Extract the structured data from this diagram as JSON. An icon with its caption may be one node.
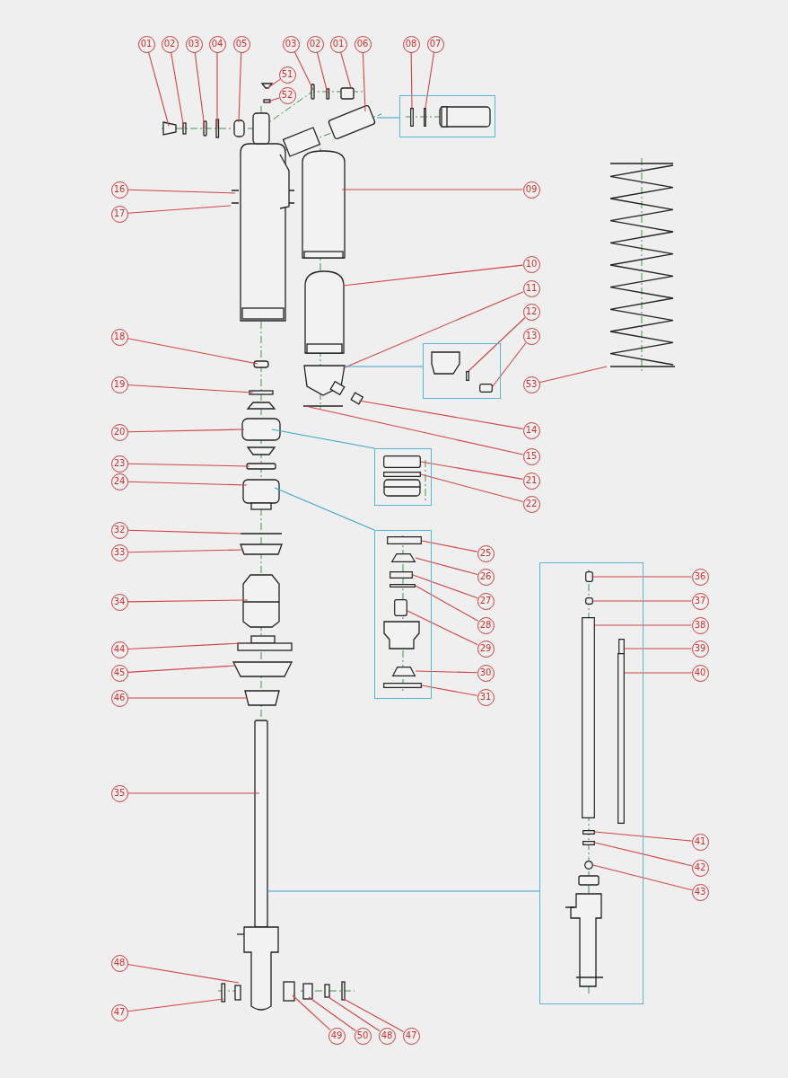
{
  "diagram": {
    "nodes": [
      {
        "text": [
          "01"
        ]
      },
      {
        "text": [
          "02"
        ]
      },
      {
        "text": [
          "03"
        ]
      },
      {
        "text": [
          "04"
        ]
      },
      {
        "text": [
          "05"
        ]
      },
      {
        "text": [
          "03"
        ]
      },
      {
        "text": [
          "02"
        ]
      },
      {
        "text": [
          "01"
        ]
      },
      {
        "text": [
          "06"
        ]
      },
      {
        "text": [
          "08"
        ]
      },
      {
        "text": [
          "07"
        ]
      },
      {
        "text": [
          "51"
        ]
      },
      {
        "text": [
          "52"
        ]
      },
      {
        "text": [
          "16"
        ]
      },
      {
        "text": [
          "17"
        ]
      },
      {
        "text": [
          "09"
        ]
      },
      {
        "text": [
          "10"
        ]
      },
      {
        "text": [
          "11"
        ]
      },
      {
        "text": [
          "12"
        ]
      },
      {
        "text": [
          "13"
        ]
      },
      {
        "text": [
          "18"
        ]
      },
      {
        "text": [
          "53"
        ]
      },
      {
        "text": [
          "19"
        ]
      },
      {
        "text": [
          "14"
        ]
      },
      {
        "text": [
          "20"
        ]
      },
      {
        "text": [
          "15"
        ]
      },
      {
        "text": [
          "23"
        ]
      },
      {
        "text": [
          "21"
        ]
      },
      {
        "text": [
          "24"
        ]
      },
      {
        "text": [
          "22"
        ]
      },
      {
        "text": [
          "32"
        ]
      },
      {
        "text": [
          "33"
        ]
      },
      {
        "text": [
          "25"
        ]
      },
      {
        "text": [
          "26"
        ]
      },
      {
        "text": [
          "36"
        ]
      },
      {
        "text": [
          "27"
        ]
      },
      {
        "text": [
          "37"
        ]
      },
      {
        "text": [
          "34"
        ]
      },
      {
        "text": [
          "28"
        ]
      },
      {
        "text": [
          "38"
        ]
      },
      {
        "text": [
          "29"
        ]
      },
      {
        "text": [
          "39"
        ]
      },
      {
        "text": [
          "44"
        ]
      },
      {
        "text": [
          "45"
        ]
      },
      {
        "text": [
          "30"
        ]
      },
      {
        "text": [
          "40"
        ]
      },
      {
        "text": [
          "46"
        ]
      },
      {
        "text": [
          "31"
        ]
      },
      {
        "text": [
          "35"
        ]
      },
      {
        "text": [
          "41"
        ]
      },
      {
        "text": [
          "42"
        ]
      },
      {
        "text": [
          "43"
        ]
      },
      {
        "text": [
          "48"
        ]
      },
      {
        "text": [
          "47"
        ]
      },
      {
        "text": [
          "49"
        ]
      },
      {
        "text": [
          "50"
        ]
      },
      {
        "text": [
          "48"
        ]
      },
      {
        "text": [
          "47"
        ]
      },
      {
        "text": [],
        "shape": "box"
      },
      {
        "text": [],
        "shape": "box"
      },
      {
        "text": [],
        "shape": "box"
      },
      {
        "text": [],
        "shape": "box"
      },
      {
        "text": [],
        "shape": "box"
      },
      {
        "text": [],
        "shape": "bar",
        "in": 58
      },
      {
        "text": [],
        "shape": "bar",
        "in": 58
      },
      {
        "text": [],
        "shape": "bar",
        "in": 59
      },
      {
        "text": [],
        "shape": "box",
        "in": 59
      },
      {
        "text": [],
        "shape": "box",
        "in": 60
      },
      {
        "text": [],
        "shape": "bar",
        "in": 60
      },
      {
        "text": [],
        "shape": "bar",
        "in": 61
      },
      {
        "text": [],
        "shape": "trapezoid",
        "in": 61
      },
      {
        "text": [],
        "shape": "bar",
        "in": 61
      },
      {
        "text": [],
        "shape": "bar",
        "in": 61
      },
      {
        "text": [],
        "shape": "box",
        "in": 61
      },
      {
        "text": [],
        "shape": "trapezoid",
        "in": 61
      },
      {
        "text": [],
        "shape": "bar",
        "in": 61
      },
      {
        "text": [],
        "shape": "box",
        "in": 62
      },
      {
        "text": [],
        "shape": "box",
        "in": 62
      },
      {
        "text": [],
        "shape": "bar",
        "in": 62
      },
      {
        "text": [],
        "shape": "bar",
        "in": 62
      },
      {
        "text": [],
        "shape": "bar",
        "in": 62
      },
      {
        "text": [],
        "shape": "bar",
        "in": 62
      },
      {
        "text": [],
        "shape": "bar",
        "in": 62
      },
      {
        "text": [],
        "shape": "circle",
        "in": 62
      }
    ],
    "edges": [
      {
        "from": 0,
        "to": null,
        "arrow": "none"
      },
      {
        "from": 1,
        "to": null,
        "arrow": "none"
      },
      {
        "from": 2,
        "to": null,
        "arrow": "none"
      },
      {
        "from": 3,
        "to": null,
        "arrow": "none"
      },
      {
        "from": 4,
        "to": null,
        "arrow": "none"
      },
      {
        "from": 5,
        "to": null,
        "arrow": "none"
      },
      {
        "from": 6,
        "to": null,
        "arrow": "none"
      },
      {
        "from": 7,
        "to": null,
        "arrow": "none"
      },
      {
        "from": 8,
        "to": null,
        "arrow": "none"
      },
      {
        "from": 9,
        "to": 63,
        "arrow": "none"
      },
      {
        "from": 10,
        "to": 64,
        "arrow": "none"
      },
      {
        "from": 11,
        "to": null,
        "arrow": "none"
      },
      {
        "from": 12,
        "to": null,
        "arrow": "none"
      },
      {
        "from": 13,
        "to": null,
        "arrow": "none"
      },
      {
        "from": 14,
        "to": null,
        "arrow": "none"
      },
      {
        "from": 15,
        "to": null,
        "arrow": "none"
      },
      {
        "from": 16,
        "to": null,
        "arrow": "none"
      },
      {
        "from": 17,
        "to": null,
        "arrow": "none"
      },
      {
        "from": 18,
        "to": 65,
        "arrow": "none"
      },
      {
        "from": 19,
        "to": 66,
        "arrow": "none"
      },
      {
        "from": 20,
        "to": null,
        "arrow": "none"
      },
      {
        "from": 21,
        "to": null,
        "arrow": "none"
      },
      {
        "from": 22,
        "to": null,
        "arrow": "none"
      },
      {
        "from": 23,
        "to": null,
        "arrow": "none"
      },
      {
        "from": 24,
        "to": null,
        "arrow": "none"
      },
      {
        "from": 25,
        "to": null,
        "arrow": "none"
      },
      {
        "from": 26,
        "to": null,
        "arrow": "none"
      },
      {
        "from": 27,
        "to": 67,
        "arrow": "none"
      },
      {
        "from": 28,
        "to": null,
        "arrow": "none"
      },
      {
        "from": 29,
        "to": 68,
        "arrow": "none"
      },
      {
        "from": 30,
        "to": null,
        "arrow": "none"
      },
      {
        "from": 31,
        "to": null,
        "arrow": "none"
      },
      {
        "from": 32,
        "to": 69,
        "arrow": "none"
      },
      {
        "from": 33,
        "to": 70,
        "arrow": "none"
      },
      {
        "from": 34,
        "to": 76,
        "arrow": "none"
      },
      {
        "from": 35,
        "to": 71,
        "arrow": "none"
      },
      {
        "from": 36,
        "to": 77,
        "arrow": "none"
      },
      {
        "from": 37,
        "to": null,
        "arrow": "none"
      },
      {
        "from": 38,
        "to": 72,
        "arrow": "none"
      },
      {
        "from": 39,
        "to": 78,
        "arrow": "none"
      },
      {
        "from": 40,
        "to": 73,
        "arrow": "none"
      },
      {
        "from": 41,
        "to": 79,
        "arrow": "none"
      },
      {
        "from": 42,
        "to": null,
        "arrow": "none"
      },
      {
        "from": 43,
        "to": null,
        "arrow": "none"
      },
      {
        "from": 44,
        "to": 74,
        "arrow": "none"
      },
      {
        "from": 45,
        "to": 80,
        "arrow": "none"
      },
      {
        "from": 46,
        "to": null,
        "arrow": "none"
      },
      {
        "from": 47,
        "to": 75,
        "arrow": "none"
      },
      {
        "from": 48,
        "to": null,
        "arrow": "none"
      },
      {
        "from": 49,
        "to": 81,
        "arrow": "none"
      },
      {
        "from": 50,
        "to": 82,
        "arrow": "none"
      },
      {
        "from": 51,
        "to": 83,
        "arrow": "none"
      },
      {
        "from": 52,
        "to": null,
        "arrow": "none"
      },
      {
        "from": 53,
        "to": null,
        "arrow": "none"
      },
      {
        "from": 54,
        "to": null,
        "arrow": "none"
      },
      {
        "from": 55,
        "to": null,
        "arrow": "none"
      },
      {
        "from": 56,
        "to": null,
        "arrow": "none"
      },
      {
        "from": 57,
        "to": null,
        "arrow": "none"
      },
      {
        "from": null,
        "to": 58,
        "arrow": "none",
        "color": "#3aa6cf"
      },
      {
        "from": null,
        "to": 59,
        "arrow": "none",
        "color": "#3aa6cf"
      },
      {
        "from": null,
        "to": 60,
        "arrow": "none",
        "color": "#3aa6cf"
      },
      {
        "from": null,
        "to": 61,
        "arrow": "none",
        "color": "#3aa6cf"
      },
      {
        "from": null,
        "to": 62,
        "arrow": "none",
        "color": "#3aa6cf"
      }
    ]
  }
}
